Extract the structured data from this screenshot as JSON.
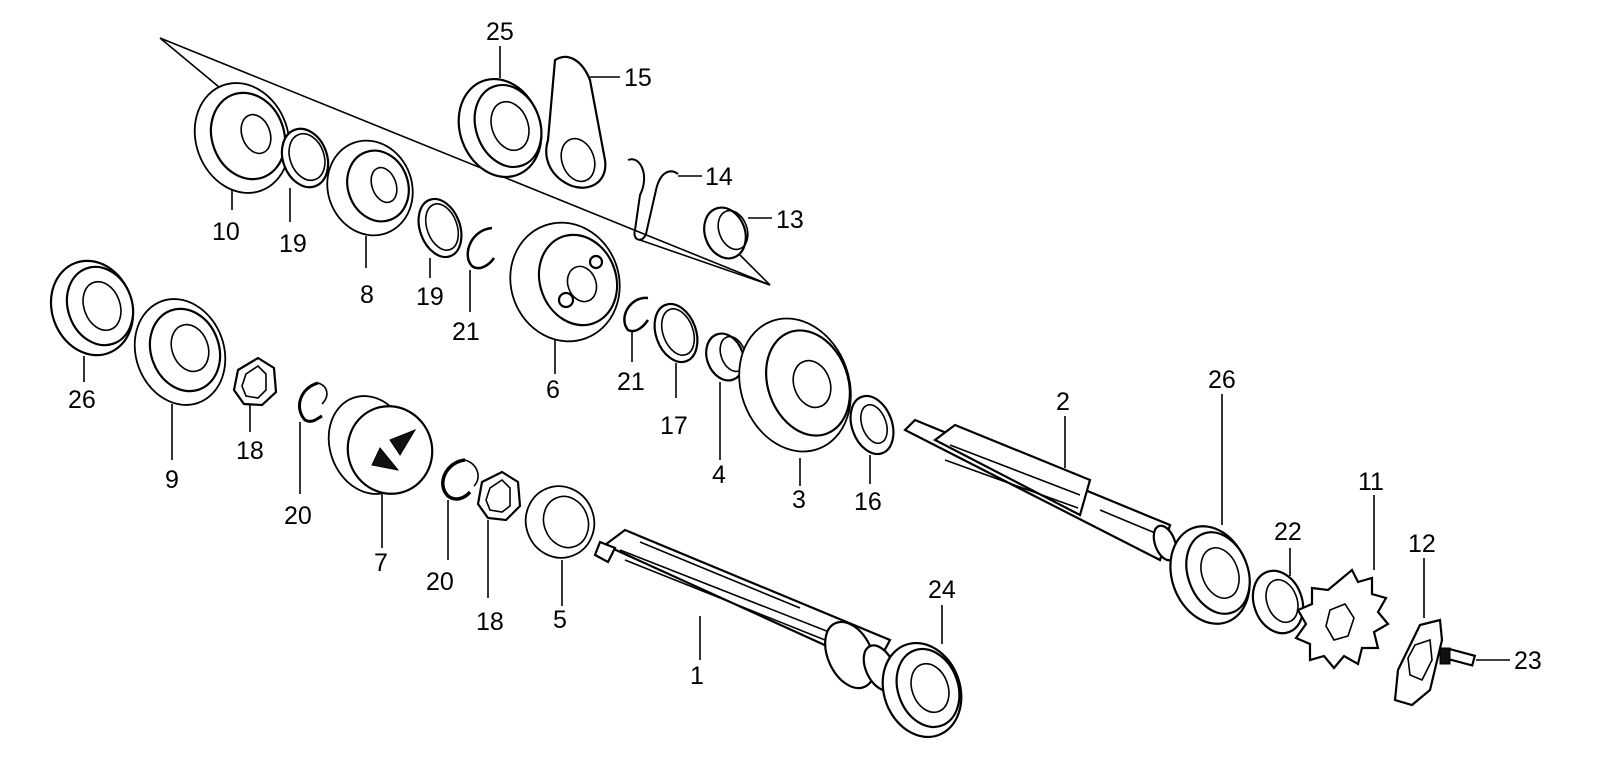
{
  "diagram": {
    "callouts": [
      {
        "id": "c1",
        "number": "1"
      },
      {
        "id": "c2",
        "number": "2"
      },
      {
        "id": "c3",
        "number": "3"
      },
      {
        "id": "c4",
        "number": "4"
      },
      {
        "id": "c5",
        "number": "5"
      },
      {
        "id": "c6",
        "number": "6"
      },
      {
        "id": "c7",
        "number": "7"
      },
      {
        "id": "c8",
        "number": "8"
      },
      {
        "id": "c9",
        "number": "9"
      },
      {
        "id": "c10",
        "number": "10"
      },
      {
        "id": "c11",
        "number": "11"
      },
      {
        "id": "c12",
        "number": "12"
      },
      {
        "id": "c13",
        "number": "13"
      },
      {
        "id": "c14",
        "number": "14"
      },
      {
        "id": "c15",
        "number": "15"
      },
      {
        "id": "c16",
        "number": "16"
      },
      {
        "id": "c17",
        "number": "17"
      },
      {
        "id": "c18a",
        "number": "18"
      },
      {
        "id": "c18b",
        "number": "18"
      },
      {
        "id": "c19a",
        "number": "19"
      },
      {
        "id": "c19b",
        "number": "19"
      },
      {
        "id": "c20a",
        "number": "20"
      },
      {
        "id": "c20b",
        "number": "20"
      },
      {
        "id": "c21a",
        "number": "21"
      },
      {
        "id": "c21b",
        "number": "21"
      },
      {
        "id": "c22",
        "number": "22"
      },
      {
        "id": "c23",
        "number": "23"
      },
      {
        "id": "c24",
        "number": "24"
      },
      {
        "id": "c25",
        "number": "25"
      },
      {
        "id": "c26a",
        "number": "26"
      },
      {
        "id": "c26b",
        "number": "26"
      }
    ]
  }
}
